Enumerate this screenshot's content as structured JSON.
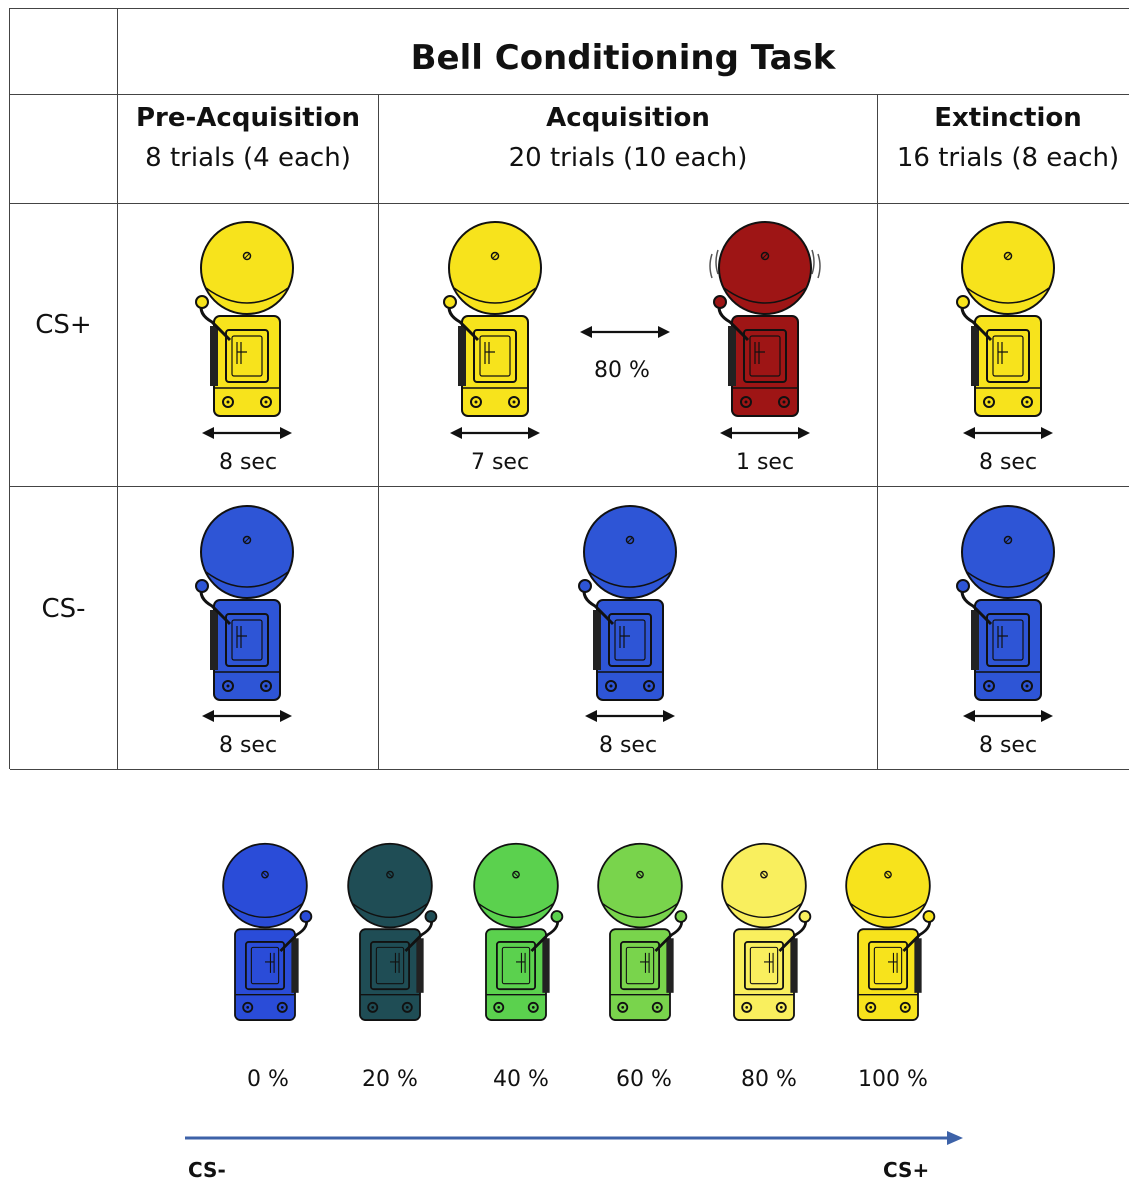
{
  "title": "Bell Conditioning Task",
  "phases": [
    {
      "name": "Pre-Acquisition",
      "trials": "8 trials (4 each)"
    },
    {
      "name": "Acquisition",
      "trials": "20 trials (10 each)"
    },
    {
      "name": "Extinction",
      "trials": "16 trials (8 each)"
    }
  ],
  "rows": {
    "cs_plus": "CS+",
    "cs_minus": "CS-"
  },
  "durations": {
    "pre_cs_plus": "8 sec",
    "acq_cs_plus_first": "7 sec",
    "acq_cs_plus_second": "1 sec",
    "acq_probability": "80 %",
    "ext_cs_plus": "8 sec",
    "pre_cs_minus": "8 sec",
    "acq_cs_minus": "8 sec",
    "ext_cs_minus": "8 sec"
  },
  "colors": {
    "cs_plus_bell": "#f7e31c",
    "us_bell": "#9e1515",
    "cs_minus_bell": "#2e55d6",
    "axis_arrow": "#3d62a8"
  },
  "gradient": {
    "percents": [
      "0 %",
      "20 %",
      "40 %",
      "60 %",
      "80 %",
      "100 %"
    ],
    "colors": [
      "#2a4cd8",
      "#1f4d55",
      "#5bd14e",
      "#79d44c",
      "#f9ef5e",
      "#f7e31c"
    ],
    "axis_start": "CS-",
    "axis_end": "CS+"
  }
}
